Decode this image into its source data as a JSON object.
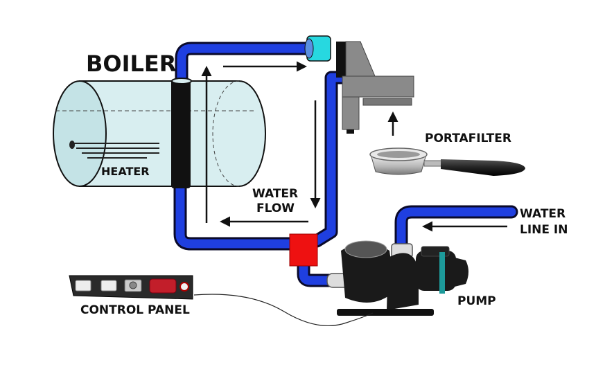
{
  "labels": {
    "boiler": "BOILER",
    "heater": "HEATER",
    "water_flow_line1": "WATER",
    "water_flow_line2": "FLOW",
    "portafilter": "PORTAFILTER",
    "water_line_in_line1": "WATER",
    "water_line_in_line2": "LINE IN",
    "control_panel": "CONTROL PANEL",
    "pump": "PUMP"
  },
  "colors": {
    "pipe_blue": "#1f3fe0",
    "pipe_outline": "#0a0a2a",
    "boiler_fill": "#d8eef0",
    "boiler_band": "#111111",
    "valve_red": "#ee1111",
    "coupling_cyan": "#27d8e0",
    "group_head_grey": "#8a8a8a",
    "pump_black": "#1a1a1a",
    "pump_teal": "#1d9a9a",
    "panel_dark": "#2a2a2a",
    "panel_red": "#c21e2a"
  },
  "icons": {
    "flow_arrows": "arrow-icon",
    "control_buttons": "button-icon"
  }
}
